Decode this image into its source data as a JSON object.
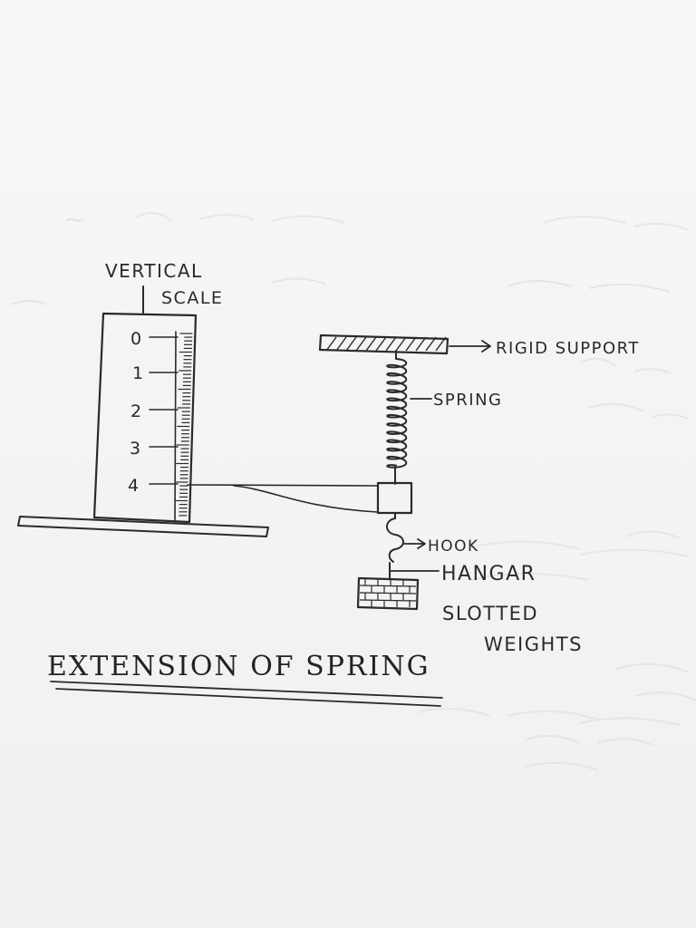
{
  "labels": {
    "vertical": "VERTICAL",
    "scale": "SCALE",
    "rigid_support": "RIGID SUPPORT",
    "spring": "SPRING",
    "hook": "HOOK",
    "hangar": "HANGAR",
    "slotted": "SLOTTED",
    "weights": "WEIGHTS"
  },
  "scale_numbers": [
    "0",
    "1",
    "2",
    "3",
    "4"
  ],
  "title": "EXTENSION OF SPRING",
  "colors": {
    "ink": "#2a2a2a",
    "paper": "#f6f5f4"
  }
}
